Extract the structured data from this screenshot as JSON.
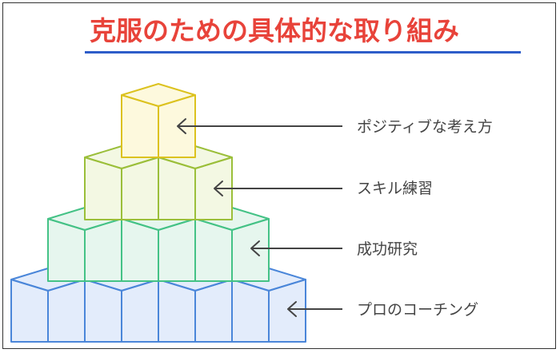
{
  "title": "克服のための具体的な取り組み",
  "colors": {
    "title": "#e8433a",
    "title_underline": "#2d5cc9",
    "level_1_stroke": "#dcc21f",
    "level_1_fill": "#fdf9dd",
    "level_2_stroke": "#9bbf3a",
    "level_2_fill": "#f3f8e3",
    "level_3_stroke": "#44c286",
    "level_3_fill": "#e6f6ee",
    "level_4_stroke": "#4a86d9",
    "level_4_fill": "#e3ecfb",
    "arrow": "#444444"
  },
  "levels": [
    {
      "label": "ポジティブな考え方",
      "cubes": 1,
      "color_key": "level_1"
    },
    {
      "label": "スキル練習",
      "cubes": 2,
      "color_key": "level_2"
    },
    {
      "label": "成功研究",
      "cubes": 3,
      "color_key": "level_3"
    },
    {
      "label": "プロのコーチング",
      "cubes": 4,
      "color_key": "level_4"
    }
  ]
}
